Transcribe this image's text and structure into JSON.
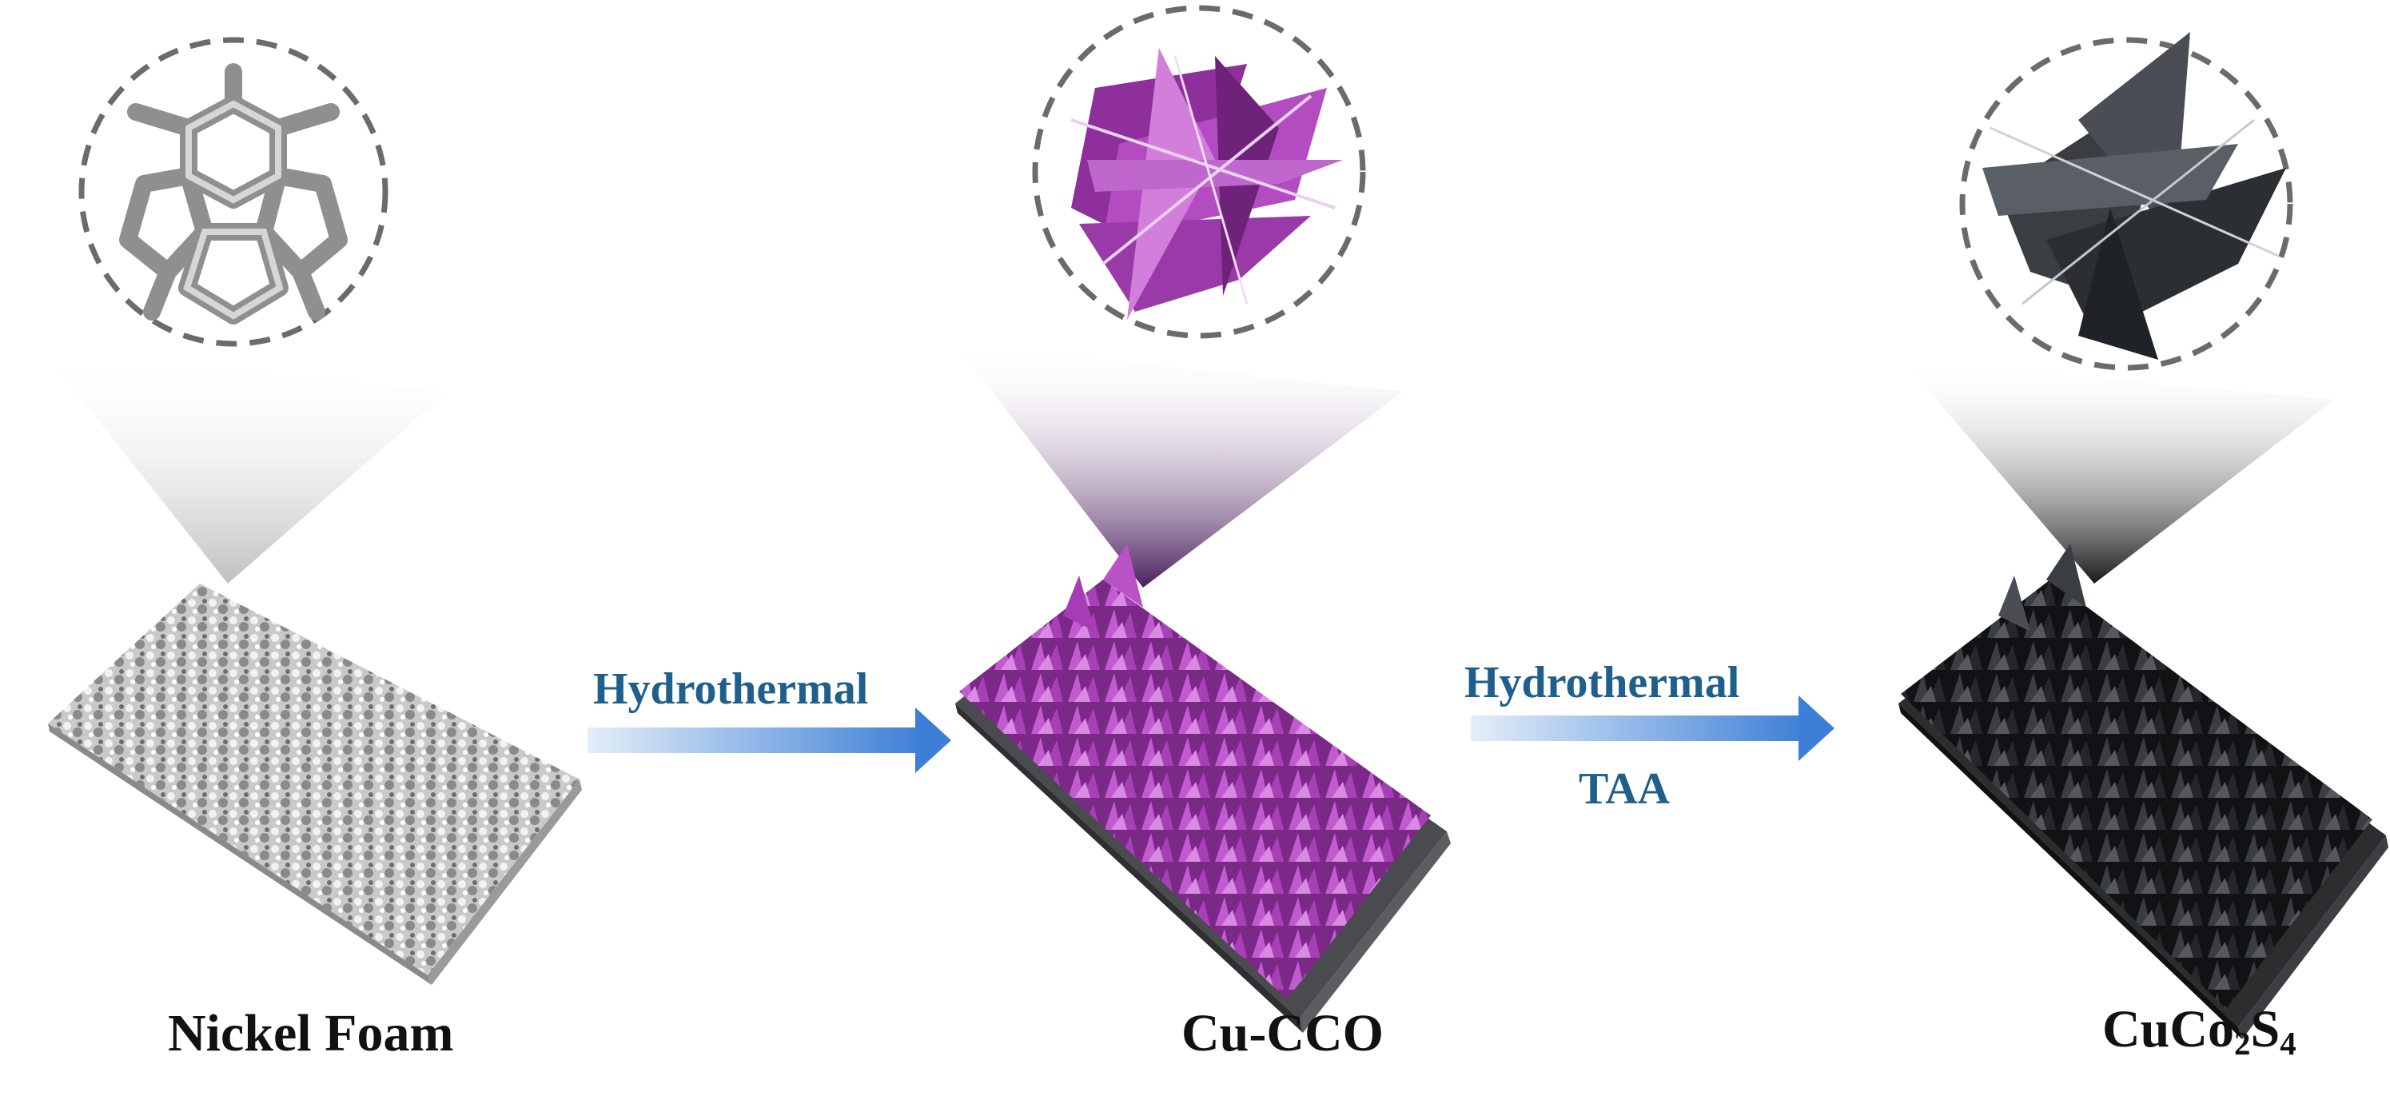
{
  "diagram": {
    "stages": [
      {
        "id": "nickel-foam",
        "label": "Nickel Foam"
      },
      {
        "id": "cu-cco",
        "label": "Cu-CCO"
      },
      {
        "id": "cuco2s4",
        "label_main": "CuCo",
        "label_sub1": "2",
        "label_mid": "S",
        "label_sub2": "4"
      }
    ],
    "steps": [
      {
        "id": "step-1",
        "label": "Hydrothermal"
      },
      {
        "id": "step-2",
        "label": "Hydrothermal",
        "reagent": "TAA"
      }
    ],
    "colors": {
      "foam": "#bdbdbd",
      "cco": "#a03aad",
      "sulfide": "#2a2d32",
      "arrow": "#3d7fd6",
      "step_text": "#1f5f8b"
    }
  }
}
